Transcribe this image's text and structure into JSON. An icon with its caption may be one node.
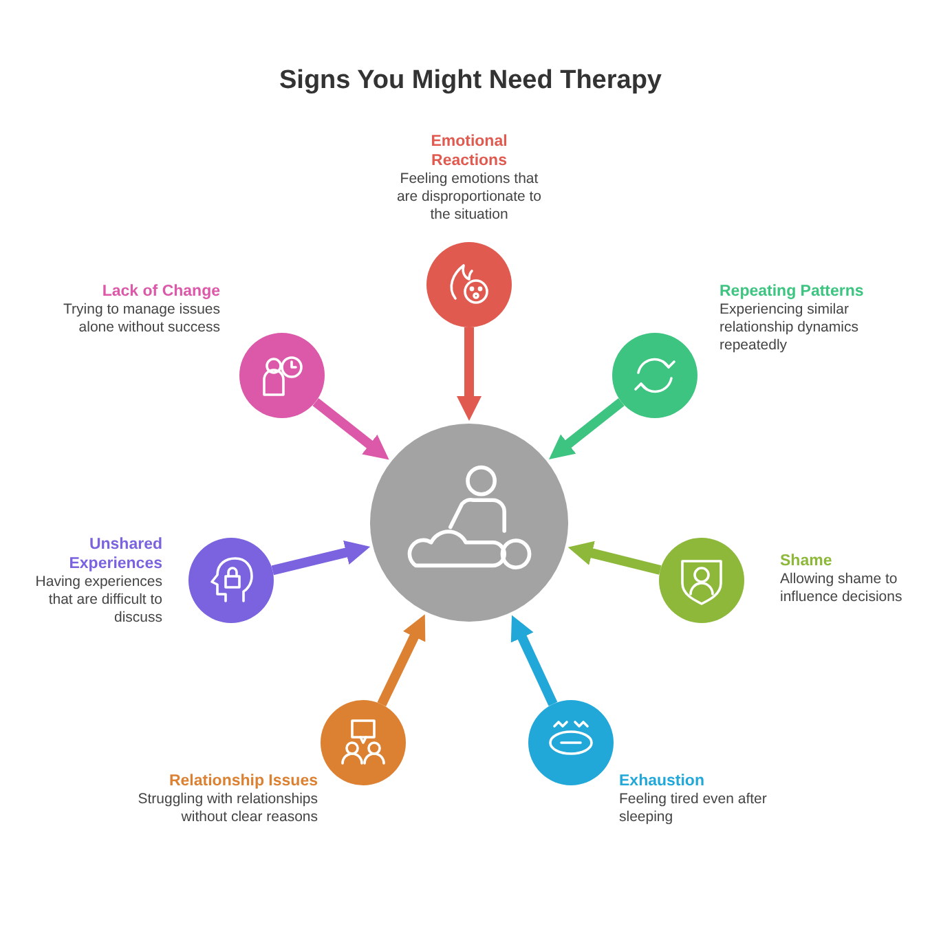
{
  "diagram": {
    "title": "Signs You Might Need Therapy",
    "nodes": [
      {
        "text": [
          "Emotional Reactions",
          "Feeling emotions that are disproportionate to the situation"
        ]
      },
      {
        "text": [
          "Lack of Change",
          "Trying to manage issues alone without success"
        ]
      },
      {
        "text": [
          "Repeating Patterns",
          "Experiencing similar relationship dynamics repeatedly"
        ]
      },
      {
        "text": [],
        "shape": "circle"
      },
      {
        "text": [
          "Unshared Experiences",
          "Having experiences that are difficult to discuss"
        ]
      },
      {
        "text": [
          "Shame",
          "Allowing shame to influence decisions"
        ]
      },
      {
        "text": [
          "Relationship Issues",
          "Struggling with relationships without clear reasons"
        ]
      },
      {
        "text": [
          "Exhaustion",
          "Feeling tired even after sleeping"
        ]
      }
    ],
    "edges": [
      {
        "from": 0,
        "to": 3,
        "arrow": "to",
        "color": "#e05a50"
      },
      {
        "from": 1,
        "to": 3,
        "arrow": "to",
        "color": "#dc58a8"
      },
      {
        "from": 2,
        "to": 3,
        "arrow": "to",
        "color": "#3cc480"
      },
      {
        "from": 4,
        "to": 3,
        "arrow": "to",
        "color": "#7b63e0"
      },
      {
        "from": 5,
        "to": 3,
        "arrow": "to",
        "color": "#8db83a"
      },
      {
        "from": 6,
        "to": 3,
        "arrow": "to",
        "color": "#dc8032"
      },
      {
        "from": 7,
        "to": 3,
        "arrow": "to",
        "color": "#22a8d8"
      }
    ]
  }
}
